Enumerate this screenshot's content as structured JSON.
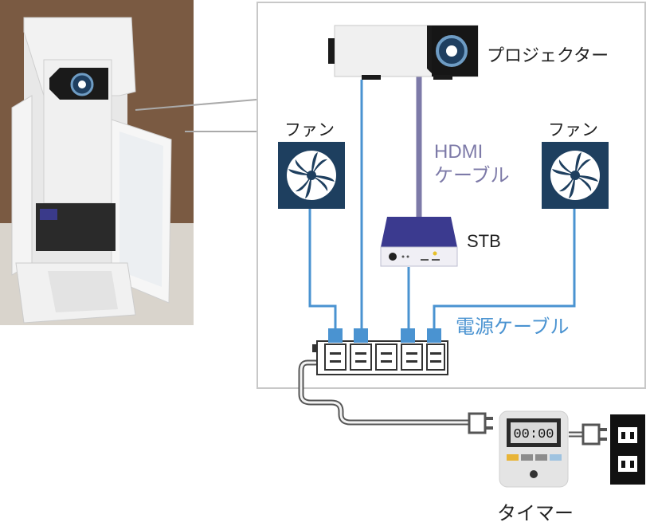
{
  "labels": {
    "projector": "プロジェクター",
    "fan_left": "ファン",
    "fan_right": "ファン",
    "hdmi_line1": "HDMI",
    "hdmi_line2": "ケーブル",
    "stb": "STB",
    "power_cable": "電源ケーブル",
    "timer": "タイマー",
    "timer_display": "00:00"
  },
  "colors": {
    "power_cable": "#4a93d1",
    "hdmi_cable": "#7d7aa8",
    "fan_panel": "#1e3f5f",
    "stb_body": "#3b3a8f"
  },
  "icons": [
    "projector-icon",
    "fan-icon",
    "stb-icon",
    "power-strip-icon",
    "timer-icon",
    "wall-outlet-icon",
    "plug-icon"
  ]
}
